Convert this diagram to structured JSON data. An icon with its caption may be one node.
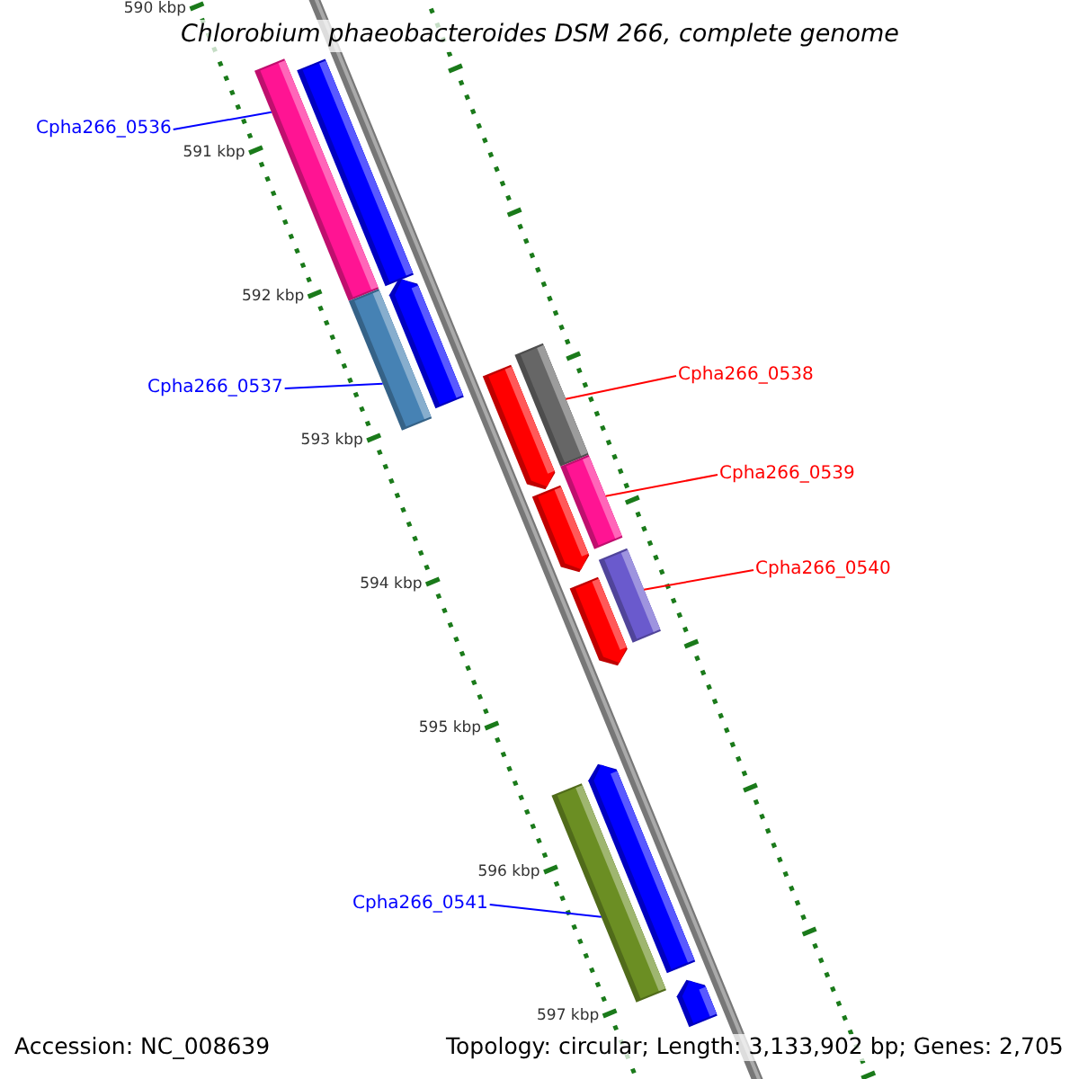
{
  "diagram": {
    "title": "Chlorobium phaeobacteroides DSM 266, complete genome",
    "nodes": [
      {
        "text": [
          "Cpha266_0536"
        ]
      },
      {
        "text": [],
        "shape": "bar"
      },
      {
        "text": [
          "Cpha266_0537"
        ]
      },
      {
        "text": [],
        "shape": "bar"
      },
      {
        "text": [
          "Cpha266_0538"
        ]
      },
      {
        "text": [],
        "shape": "bar"
      },
      {
        "text": [
          "Cpha266_0539"
        ]
      },
      {
        "text": [],
        "shape": "bar"
      },
      {
        "text": [
          "Cpha266_0540"
        ]
      },
      {
        "text": [],
        "shape": "bar"
      },
      {
        "text": [
          "Cpha266_0541"
        ]
      },
      {
        "text": [],
        "shape": "bar"
      },
      {
        "text": [],
        "shape": "bar"
      },
      {
        "text": [],
        "shape": "arrow"
      },
      {
        "text": [],
        "shape": "arrow"
      },
      {
        "text": [],
        "shape": "arrow"
      },
      {
        "text": [],
        "shape": "arrow"
      },
      {
        "text": [],
        "shape": "arrow"
      },
      {
        "text": [],
        "shape": "arrow"
      }
    ],
    "edges": [
      {
        "from": 0,
        "to": 1,
        "arrow": "none",
        "color": "#0000ff"
      },
      {
        "from": 2,
        "to": 3,
        "arrow": "none",
        "color": "#0000ff"
      },
      {
        "from": 4,
        "to": 5,
        "arrow": "none",
        "color": "#ff0000"
      },
      {
        "from": 6,
        "to": 7,
        "arrow": "none",
        "color": "#ff0000"
      },
      {
        "from": 8,
        "to": 9,
        "arrow": "none",
        "color": "#ff0000"
      },
      {
        "from": 10,
        "to": 11,
        "arrow": "none",
        "color": "#0000ff"
      }
    ],
    "labels": [
      "590 kbp",
      "591 kbp",
      "592 kbp",
      "593 kbp",
      "594 kbp",
      "595 kbp",
      "596 kbp",
      "597 kbp",
      "Accession: NC_008639",
      "Topology: circular; Length: 3,133,902 bp; Genes: 2,705"
    ]
  }
}
